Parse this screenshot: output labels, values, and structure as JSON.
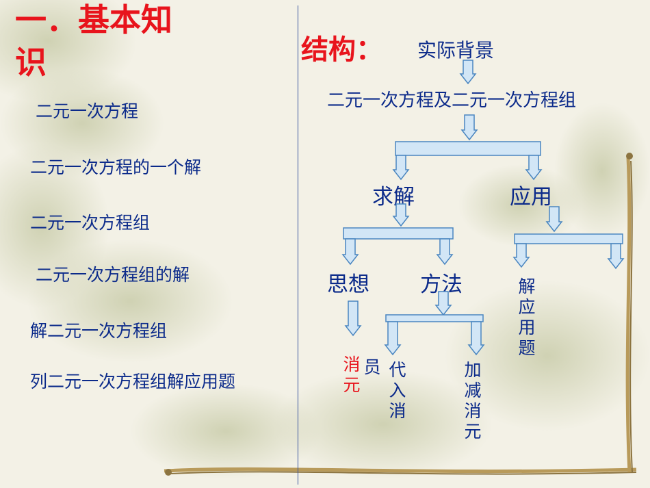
{
  "section_title": "一．基本知识",
  "title_line1": "一．基本知",
  "title_line2": "识",
  "knowledge_items": [
    "二元一次方程",
    "二元一次方程的一个解",
    "二元一次方程组",
    "二元一次方程组的解",
    "解二元一次方程组",
    "列二元一次方程组解应用题"
  ],
  "structure": {
    "label": "结构：",
    "background": "实际背景",
    "topic": "二元一次方程及二元一次方程组",
    "solve": "求解",
    "apply": "应用",
    "idea": "思想",
    "method": "方法",
    "elimination_red": "消元",
    "elimination_side": "员",
    "substitution": "代入消",
    "addition": "加减消元",
    "word_problem": "解应用题"
  },
  "colors": {
    "title_red": "#e8141c",
    "text_blue": "#0b2a8a",
    "connector_fill": "#d2e6f6",
    "connector_stroke": "#4a86c0"
  }
}
